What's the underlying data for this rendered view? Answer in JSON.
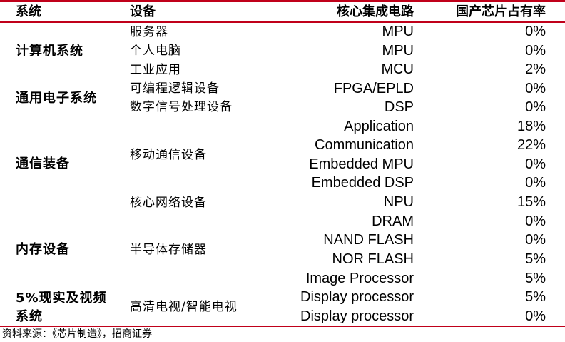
{
  "headers": {
    "system": "系统",
    "device": "设备",
    "ic": "核心集成电路",
    "share": "国产芯片占有率"
  },
  "systems": [
    "计算机系统",
    "通用电子系统",
    "通信装备",
    "内存设备",
    "5%现实及视频",
    "系统"
  ],
  "devices": [
    "服务器",
    "个人电脑",
    "工业应用",
    "可编程逻辑设备",
    "数字信号处理设备",
    "移动通信设备",
    "核心网络设备",
    "半导体存储器",
    "高清电视/智能电视"
  ],
  "rows": [
    {
      "ic": "MPU",
      "share": "0%"
    },
    {
      "ic": "MPU",
      "share": "0%"
    },
    {
      "ic": "MCU",
      "share": "2%"
    },
    {
      "ic": "FPGA/EPLD",
      "share": "0%"
    },
    {
      "ic": "DSP",
      "share": "0%"
    },
    {
      "ic": "Application",
      "share": "18%"
    },
    {
      "ic": "Communication",
      "share": "22%"
    },
    {
      "ic": "Embedded MPU",
      "share": "0%"
    },
    {
      "ic": "Embedded DSP",
      "share": "0%"
    },
    {
      "ic": "NPU",
      "share": "15%"
    },
    {
      "ic": "DRAM",
      "share": "0%"
    },
    {
      "ic": "NAND FLASH",
      "share": "0%"
    },
    {
      "ic": "NOR FLASH",
      "share": "5%"
    },
    {
      "ic": "Image Processor",
      "share": "5%"
    },
    {
      "ic": "Display processor",
      "share": "5%"
    },
    {
      "ic": "Display processor",
      "share": "0%"
    }
  ],
  "source": "资料来源：《芯片制造》，招商证券",
  "colors": {
    "rule": "#c0001a"
  }
}
